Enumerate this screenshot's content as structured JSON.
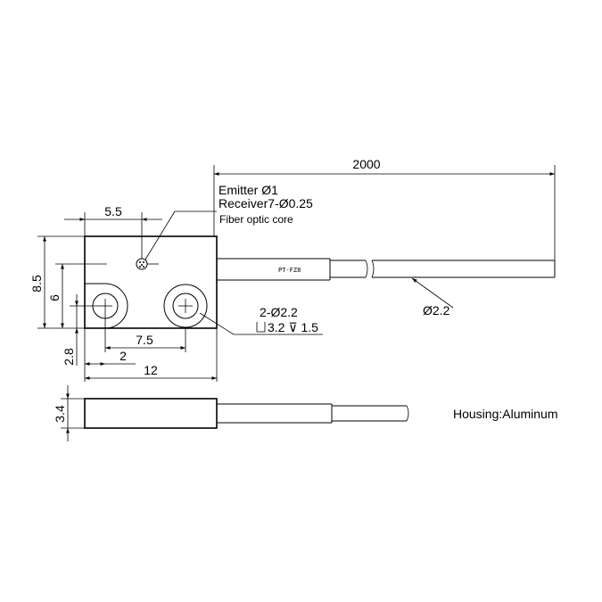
{
  "labels": {
    "emitter": "Emitter Ø1",
    "receiver": "Receiver7-Ø0.25",
    "core": "Fiber optic core",
    "cable_length": "2000",
    "cable_dia": "Ø2.2",
    "model": "PT-FZ8",
    "holes": "2-Ø2.2",
    "counterbore": "3.2 ⊽ 1.5",
    "housing": "Housing:Aluminum"
  },
  "dimensions": {
    "fiber_offset": "5.5",
    "height": "8.5",
    "hole_height": "6",
    "hole_offset": "2.8",
    "hole_spacing": "7.5",
    "hole_x": "2",
    "width": "12",
    "thickness": "3.4"
  }
}
